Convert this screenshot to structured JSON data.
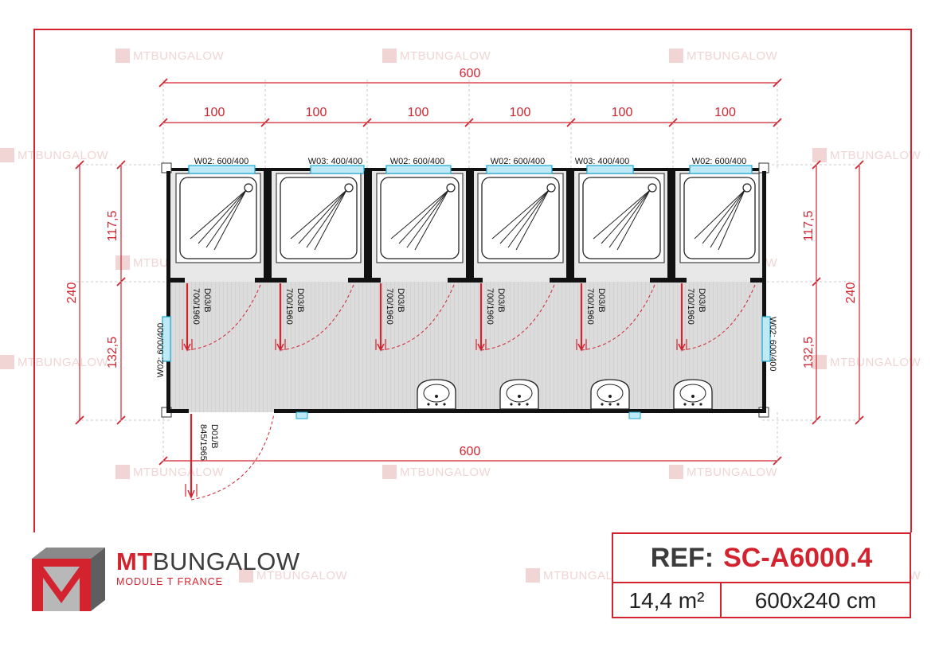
{
  "brand": {
    "name_part1": "MT",
    "name_part2": "BUNGALOW",
    "tagline": "MODULE T FRANCE",
    "watermark_text": "MTBUNGALOW",
    "brand_red": "#d3232f",
    "brand_gray": "#3c3c3c"
  },
  "plan": {
    "overall_width_top": "600",
    "overall_width_bottom": "600",
    "module_widths": [
      "100",
      "100",
      "100",
      "100",
      "100",
      "100"
    ],
    "left_total_height": "240",
    "right_total_height": "240",
    "left_upper_height": "117,5",
    "left_lower_height": "132,5",
    "right_upper_height": "117,5",
    "right_lower_height": "132,5",
    "window_labels_top": [
      "W02: 600/400",
      "W03: 400/400",
      "W02: 600/400",
      "W02: 600/400",
      "W03: 400/400",
      "W02: 600/400"
    ],
    "window_label_left": "W02: 600/400",
    "window_label_right": "W02: 600/400",
    "inner_door_code": "D03/B",
    "inner_door_size": "700/1960",
    "entry_door_code": "D01/B",
    "entry_door_size": "845/1965",
    "shower_count": 6,
    "sink_count": 4
  },
  "reference": {
    "ref_label": "REF:",
    "ref_code": "SC-A6000.4",
    "area": "14,4 m²",
    "dimensions": "600x240 cm"
  }
}
